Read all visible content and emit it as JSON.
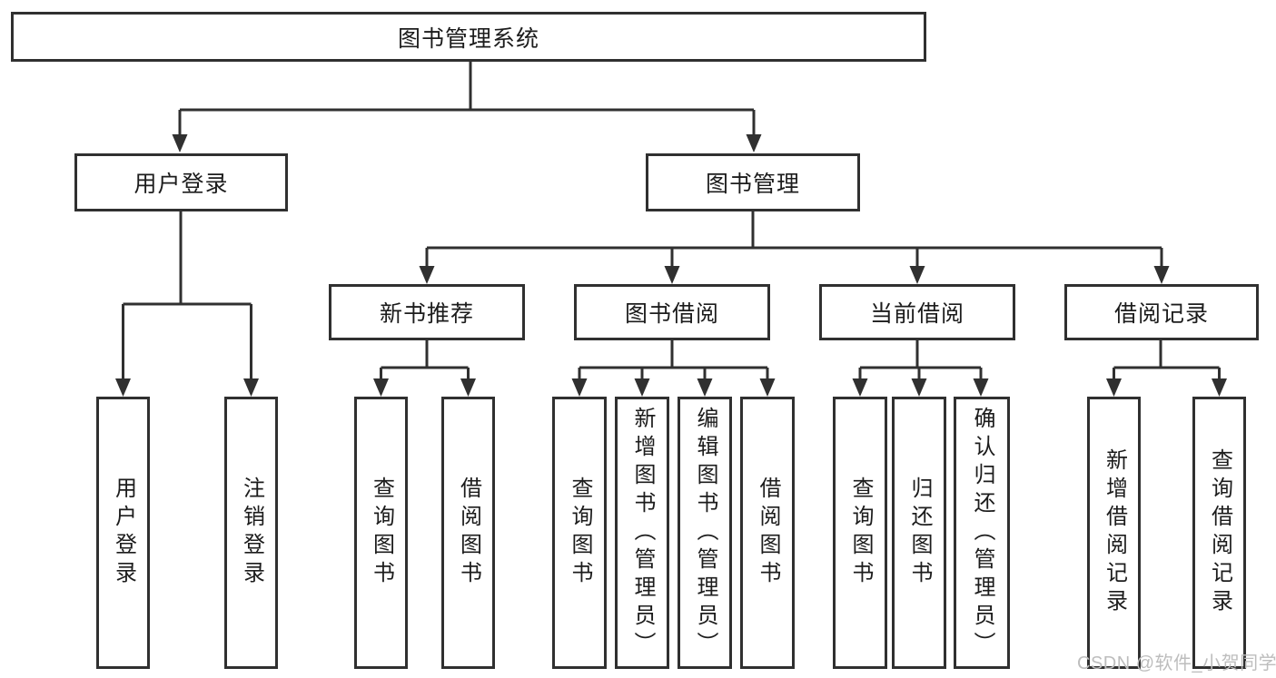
{
  "tree": {
    "label": "图书管理系统",
    "children": [
      {
        "label": "用户登录",
        "children": [
          {
            "label": "用户登录"
          },
          {
            "label": "注销登录"
          }
        ]
      },
      {
        "label": "图书管理",
        "children": [
          {
            "label": "新书推荐",
            "children": [
              {
                "label": "查询图书"
              },
              {
                "label": "借阅图书"
              }
            ]
          },
          {
            "label": "图书借阅",
            "children": [
              {
                "label": "查询图书"
              },
              {
                "label": "新增图书（管理员）"
              },
              {
                "label": "编辑图书（管理员）"
              },
              {
                "label": "借阅图书"
              }
            ]
          },
          {
            "label": "当前借阅",
            "children": [
              {
                "label": "查询图书"
              },
              {
                "label": "归还图书"
              },
              {
                "label": "确认归还（管理员）"
              }
            ]
          },
          {
            "label": "借阅记录",
            "children": [
              {
                "label": "新增借阅记录"
              },
              {
                "label": "查询借阅记录"
              }
            ]
          }
        ]
      }
    ]
  },
  "watermark": {
    "text": "CSDN @软件_小贺同学"
  },
  "colors": {
    "background": "#ffffff",
    "line": "#303030",
    "box_border": "#303030",
    "text": "#1c1c1c",
    "watermark": "#bdbdbd"
  }
}
